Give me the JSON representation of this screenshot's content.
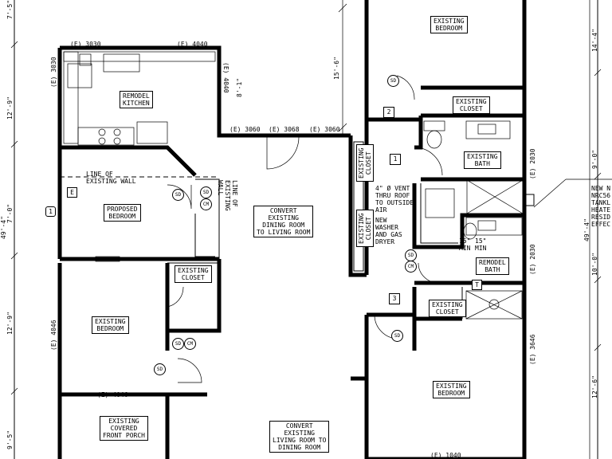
{
  "rooms": {
    "remodel_kitchen": "REMODEL\nKITCHEN",
    "proposed_bedroom": "PROPOSED\nBEDROOM",
    "existing_closet_left": "EXISTING\nCLOSET",
    "existing_bedroom_left": "EXISTING\nBEDROOM",
    "covered_porch": "EXISTING\nCOVERED\nFRONT PORCH",
    "convert_dining": "CONVERT\nEXISTING\nDINING ROOM\nTO LIVING ROOM",
    "convert_living": "CONVERT\nEXISTING\nLIVING ROOM TO\nDINING ROOM",
    "existing_bedroom_top": "EXISTING\nBEDROOM",
    "existing_closet_top": "EXISTING\nCLOSET",
    "existing_bath": "EXISTING\nBATH",
    "remodel_bath": "REMODEL\nBATH",
    "existing_closet_hall": "EXISTING\nCLOSET",
    "existing_closet_lower": "EXISTING\nCLOSET",
    "existing_bedroom_bottom": "EXISTING\nBEDROOM",
    "existing_closet_right": "EXISTING\nCLOSET"
  },
  "windows": {
    "w1": "(E) 3030",
    "w2": "(E) 4040",
    "w3": "(E) 3030",
    "w4": "(E) 4040",
    "w5": "(E) 3060",
    "w6": "(E) 3068",
    "w7": "(E) 3060",
    "w8": "(E) 4046",
    "w9": "(E) 4046",
    "w10": "(E) 2030",
    "w11": "(E) 2030",
    "w12": "(E) 3646",
    "w13": "(E) 1040"
  },
  "notes": {
    "line_of_wall": "LINE OF\nEXISTING WALL",
    "line_of_wall_v": "LINE OF\nEXISTING\nWALL",
    "vent": "4\" Ø VENT\nTHRU ROOF\nTO OUTSIDE\nAIR",
    "washer": "NEW\nWASHER\nAND GAS\nDRYER",
    "min1": "15\"\nMIN",
    "min2": "15\"\nMIN",
    "new_tank": "NEW N\nNRC56\nTANKL\nHEATE\nRESID\nEFFEC",
    "ceiling": "8'-1\""
  },
  "dims": {
    "d1": "7'-5\"",
    "d2": "12'-9\"",
    "d3": "7'-0\"",
    "d4": "12'-9\"",
    "d5": "9'-5\"",
    "d6": "49'-4\"",
    "d7": "15'-6\"",
    "d8": "14'-4\"",
    "d9": "9'-0\"",
    "d10": "49'-4\"",
    "d11": "10'-0\"",
    "d12": "12'-6\""
  },
  "symbols": {
    "sd": "SD",
    "cm": "CM",
    "e": "E",
    "one": "1",
    "two": "2",
    "three": "3",
    "tee": "T",
    "one_b": "1"
  }
}
